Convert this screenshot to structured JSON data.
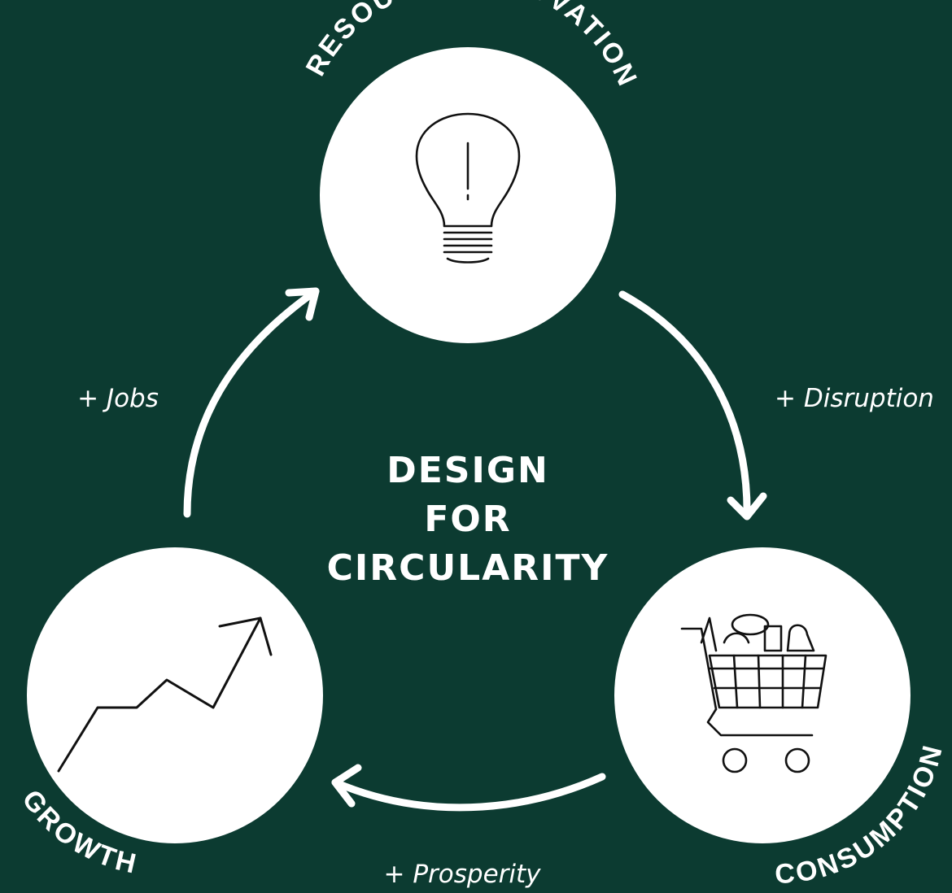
{
  "colors": {
    "background": "#0c3b31",
    "foreground": "#ffffff",
    "icon": "#111111"
  },
  "center": {
    "lines": [
      "DESIGN",
      "FOR",
      "CIRCULARITY"
    ]
  },
  "nodes": {
    "resource_innovation": {
      "label": "RESOURCE INNOVATION",
      "icon": "lightbulb-icon"
    },
    "consumption": {
      "label": "CONSUMPTION",
      "icon": "shopping-cart-icon"
    },
    "growth": {
      "label": "GROWTH",
      "icon": "growth-chart-icon"
    }
  },
  "edges": {
    "jobs": {
      "label": "+ Jobs",
      "from": "growth",
      "to": "resource_innovation"
    },
    "disruption": {
      "label": "+ Disruption",
      "from": "resource_innovation",
      "to": "consumption"
    },
    "prosperity": {
      "label": "+ Prosperity",
      "from": "consumption",
      "to": "growth"
    }
  }
}
